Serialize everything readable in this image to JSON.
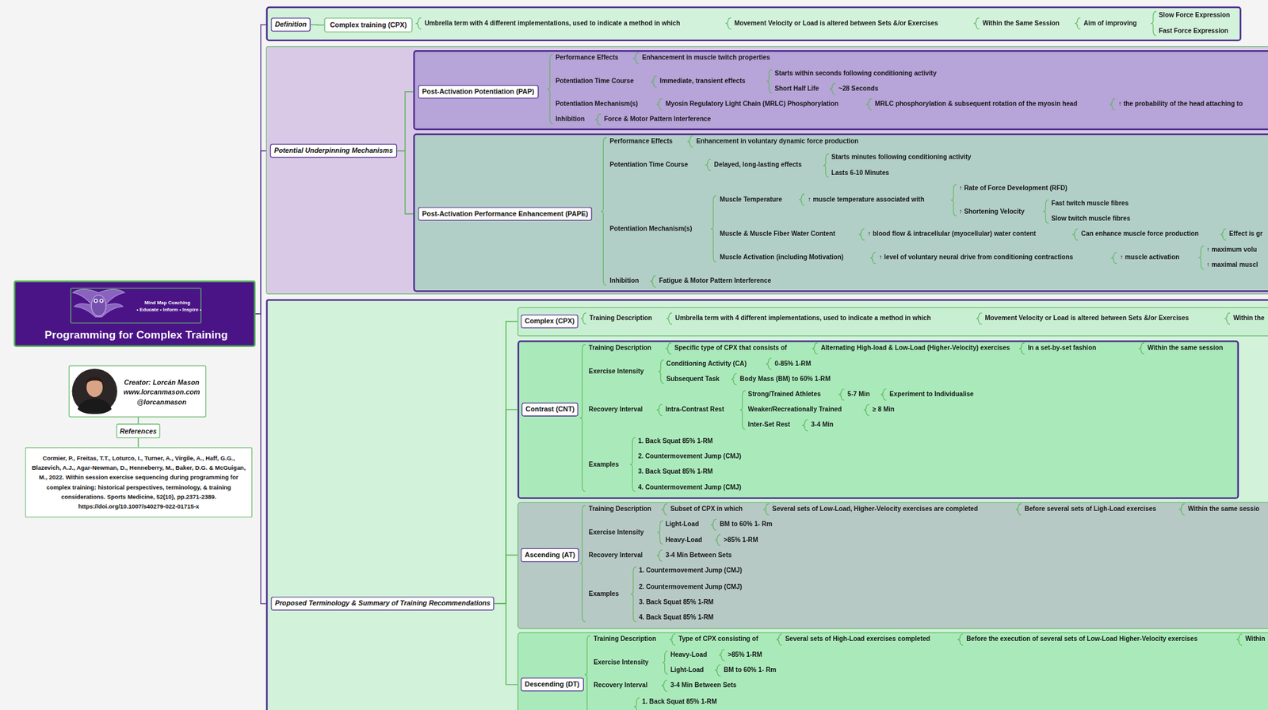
{
  "diagram": {
    "nodes": [
      {
        "text": [
          "Programming for Complex Training"
        ]
      },
      {
        "text": [
          "Mind Map Coaching",
          "• Educate • Inform • Inspire •"
        ],
        "in": 0
      },
      {
        "text": [
          "Creator: Lorcán Mason",
          "www.lorcanmason.com",
          "@lorcanmason"
        ]
      },
      {
        "text": [
          "References"
        ]
      },
      {
        "text": [
          "Cormier, P., Freitas, T.T., Loturco, I., Turner, A., Virgile, A., Haff, G.G., Blazevich, A.J., Agar-Newman, D., Henneberry, M., Baker, D.G. & McGuigan, M., 2022. Within session exercise sequencing during programming for complex training: historical perspectives, terminology, & training considerations. Sports Medicine, 52(10), pp.2371-2389. https://doi.org/10.1007/s40279-022-01715-x"
        ]
      },
      {
        "text": [
          "Definition"
        ]
      },
      {
        "text": [
          "Complex training (CPX)"
        ],
        "in": 5
      },
      {
        "text": [
          "Potential Underpinning Mechanisms"
        ]
      },
      {
        "text": [
          "Post-Activation Potentiation (PAP)"
        ],
        "in": 7
      },
      {
        "text": [
          "Post-Activation Performance Enhancement (PAPE)"
        ],
        "in": 7
      },
      {
        "text": [
          "Proposed Terminology & Summary of Training Recommendations"
        ]
      },
      {
        "text": [
          "Complex (CPX)"
        ],
        "in": 10
      },
      {
        "text": [
          "Contrast (CNT)"
        ],
        "in": 10
      },
      {
        "text": [
          "Ascending (AT)"
        ],
        "in": 10
      },
      {
        "text": [
          "Descending (DT)"
        ],
        "in": 10
      }
    ],
    "edges": [
      {
        "from": 0,
        "to": 5,
        "arrow": "none"
      },
      {
        "from": 0,
        "to": 7,
        "arrow": "none"
      },
      {
        "from": 0,
        "to": 10,
        "arrow": "none"
      },
      {
        "from": 5,
        "to": 6,
        "arrow": "none"
      },
      {
        "from": 7,
        "to": 8,
        "arrow": "none"
      },
      {
        "from": 7,
        "to": 9,
        "arrow": "none"
      },
      {
        "from": 10,
        "to": 11,
        "arrow": "none"
      },
      {
        "from": 10,
        "to": 12,
        "arrow": "none"
      },
      {
        "from": 10,
        "to": 13,
        "arrow": "none"
      },
      {
        "from": 10,
        "to": 14,
        "arrow": "none"
      },
      {
        "from": 2,
        "to": 3,
        "arrow": "none"
      },
      {
        "from": 3,
        "to": 4,
        "arrow": "none"
      }
    ],
    "labels": [
      "Umbrella term with 4 different implementations, used to indicate a method in which",
      "Movement Velocity or Load is altered between Sets &/or Exercises",
      "Within the Same Session",
      "Aim of improving",
      "Slow Force Expression",
      "Fast Force Expression",
      "Performance Effects",
      "Enhancement in muscle twitch properties",
      "Potentiation Time Course",
      "Immediate, transient effects",
      "Starts within seconds following conditioning activity",
      "Short Half Life",
      "~28 Seconds",
      "Potentiation Mechanism(s)",
      "Myosin Regulatory Light Chain (MRLC) Phosphorylation",
      "MRLC phosphorylation & subsequent rotation of the myosin head",
      "↑ the probability of the head attaching to",
      "Inhibition",
      "Force & Motor Pattern Interference",
      "Performance Effects",
      "Enhancement in voluntary dynamic force production",
      "Potentiation Time Course",
      "Delayed, long-lasting effects",
      "Starts minutes following conditioning activity",
      "Lasts 6-10 Minutes",
      "Potentiation Mechanism(s)",
      "Muscle Temperature",
      "↑ muscle temperature associated with",
      "↑ Rate of Force Development (RFD)",
      "↑ Shortening Velocity",
      "Fast twitch muscle fibres",
      "Slow twitch muscle fibres",
      "Muscle & Muscle Fiber Water Content",
      "↑ blood flow & intracellular (myocellular) water content",
      "Can enhance muscle force production",
      "Effect is gr",
      "Muscle Activation (including Motivation)",
      "↑ level of voluntary neural drive from conditioning contractions",
      "↑ muscle activation",
      "↑ maximum volu",
      "↑ maximal muscl",
      "Inhibition",
      "Fatigue & Motor Pattern Interference",
      "Training Description",
      "Umbrella term with 4 different implementations, used to indicate a method in which",
      "Movement Velocity or Load is altered between Sets &/or Exercises",
      "Within the",
      "Training Description",
      "Specific type of CPX that consists of",
      "Alternating High-load & Low-Load (Higher-Velocity) exercises",
      "In a set-by-set fashion",
      "Within the same session",
      "Exercise Intensity",
      "Conditioning Activity (CA)",
      "0-85% 1-RM",
      "Subsequent Task",
      "Body Mass (BM) to 60% 1-RM",
      "Recovery Interval",
      "Intra-Contrast Rest",
      "Strong/Trained Athletes",
      "5-7 Min",
      "Experiment to Individualise",
      "Weaker/Recreationally Trained",
      "≥ 8 Min",
      "Inter-Set Rest",
      "3-4 Min",
      "Examples",
      "1. Back Squat 85% 1-RM",
      "2. Countermovement Jump (CMJ)",
      "3. Back Squat 85% 1-RM",
      "4. Countermovement Jump (CMJ)",
      "Training Description",
      "Subset of CPX in which",
      "Several sets of Low-Load, Higher-Velocity exercises are completed",
      "Before several sets of Ligh-Load exercises",
      "Within the same sessio",
      "Exercise Intensity",
      "Light-Load",
      "BM to 60% 1- Rm",
      "Heavy-Load",
      ">85% 1-RM",
      "Recovery Interval",
      "3-4 Min Between Sets",
      "Examples",
      "1. Countermovement Jump (CMJ)",
      "2. Countermovement Jump (CMJ)",
      "3. Back Squat 85% 1-RM",
      "4. Back Squat 85% 1-RM",
      "Training Description",
      "Type of CPX consisting of",
      "Several sets of High-Load exercises completed",
      "Before the execution of several sets of Low-Load Higher-Velocity exercises",
      "Within",
      "Exercise Intensity",
      "Heavy-Load",
      ">85% 1-RM",
      "Light-Load",
      "BM to 60% 1- Rm",
      "Recovery Interval",
      "3-4 Min Between Sets",
      "1. Back Squat 85% 1-RM"
    ]
  }
}
